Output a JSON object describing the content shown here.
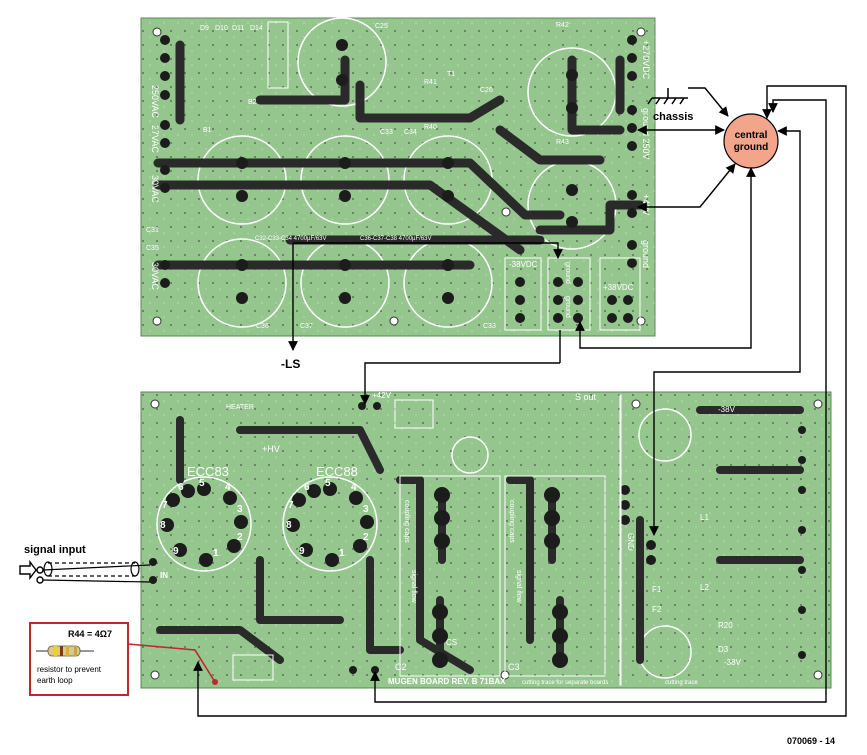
{
  "figure_id": "070069 - 14",
  "colors": {
    "board": "#94c68e",
    "trace": "#2a2a2a",
    "pad": "#1c1c1c",
    "silk": "#ffffff",
    "ground_node": "#f2a58a",
    "callout_border": "#c0262c",
    "wire": "#000000"
  },
  "labels": {
    "central_ground": "central ground",
    "central_ground_line1": "central",
    "central_ground_line2": "ground",
    "chassis": "chassis",
    "ls_minus": "-LS",
    "signal_input": "signal input",
    "in_pin": "IN",
    "callout_title": "R44 = 4Ω7",
    "callout_text": "resistor to prevent earth loop",
    "callout_text_line1": "resistor to prevent",
    "callout_text_line2": "earth loop"
  },
  "psu_board": {
    "ac_labels": [
      "250VAC",
      "27VAC",
      "30VAC",
      "30VAC"
    ],
    "right_labels": [
      "+270VDC",
      "ground 250V",
      "+42V",
      "ground",
      "-38VDC",
      "+38VDC",
      "ground",
      "ground"
    ],
    "parts": [
      "C25",
      "C26",
      "C31",
      "C33",
      "C34",
      "C35",
      "C36",
      "C37",
      "C38",
      "R40",
      "R41",
      "R42",
      "R43",
      "B1",
      "B2",
      "D9",
      "D10",
      "D11",
      "D14",
      "T1",
      "C32-C33-C34 4700µF/63V",
      "C36-C37-C38 4700µF/63V"
    ]
  },
  "amp_board": {
    "tube_labels": [
      "ECC83",
      "ECC88"
    ],
    "tube_pins": [
      "1",
      "2",
      "3",
      "4",
      "5",
      "6",
      "7",
      "8",
      "9"
    ],
    "top_labels": [
      "HEATER",
      "+42V",
      "+HV",
      "S out",
      "-38V"
    ],
    "side_labels": [
      "coupling caps",
      "signal flow"
    ],
    "cap_labels": [
      "C2",
      "C3",
      "CS"
    ],
    "bottom_labels": [
      "MUGEN BOARD REV. B 71BAX",
      "cutting trace for separate boards",
      "cutting trace"
    ],
    "right_labels": [
      "L1",
      "L2",
      "R20",
      "D3",
      "F1",
      "F2",
      "-38V"
    ],
    "gnd_label": "GND"
  }
}
